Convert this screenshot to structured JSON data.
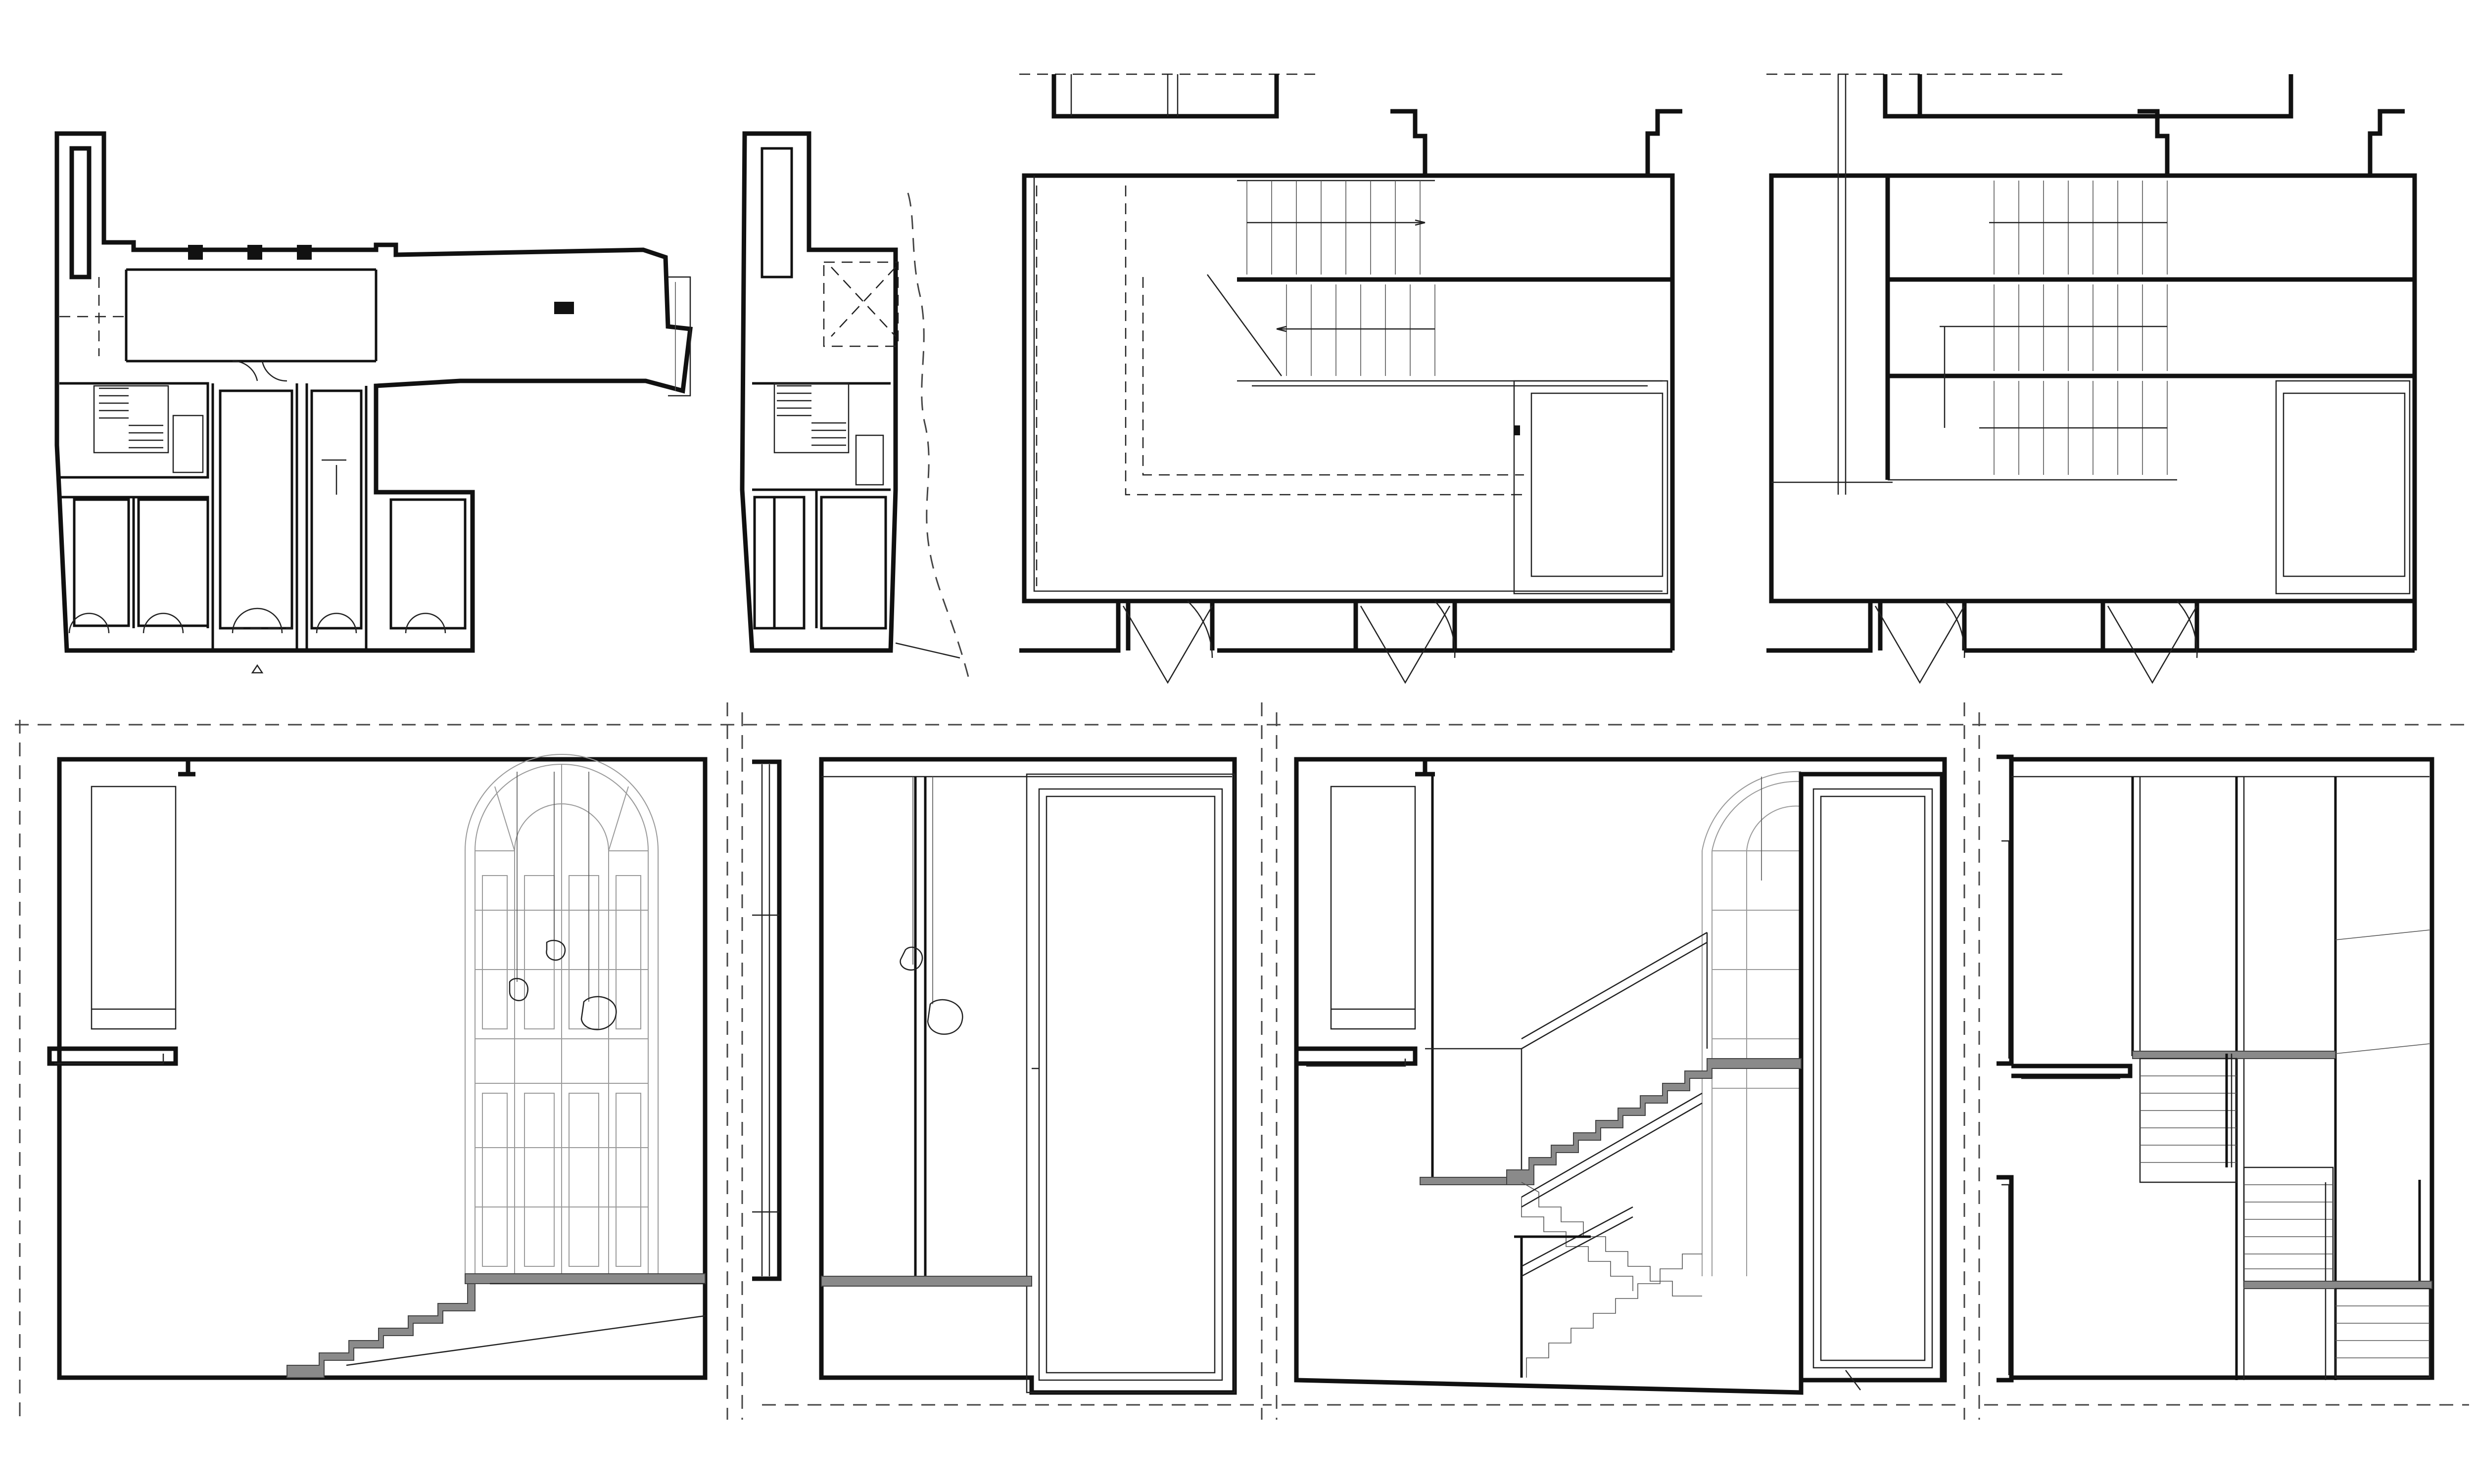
{
  "drawing": {
    "background": "#ffffff",
    "line_color": "#111111",
    "section_fill": "#8a8a8a",
    "views": [
      {
        "id": "ground-floor-plan"
      },
      {
        "id": "upper-floor-plan"
      },
      {
        "id": "stair-plan-lower"
      },
      {
        "id": "stair-plan-upper"
      },
      {
        "id": "section-window-wall"
      },
      {
        "id": "section-narrow-bay"
      },
      {
        "id": "section-stair-run"
      },
      {
        "id": "section-stair-end"
      }
    ]
  }
}
